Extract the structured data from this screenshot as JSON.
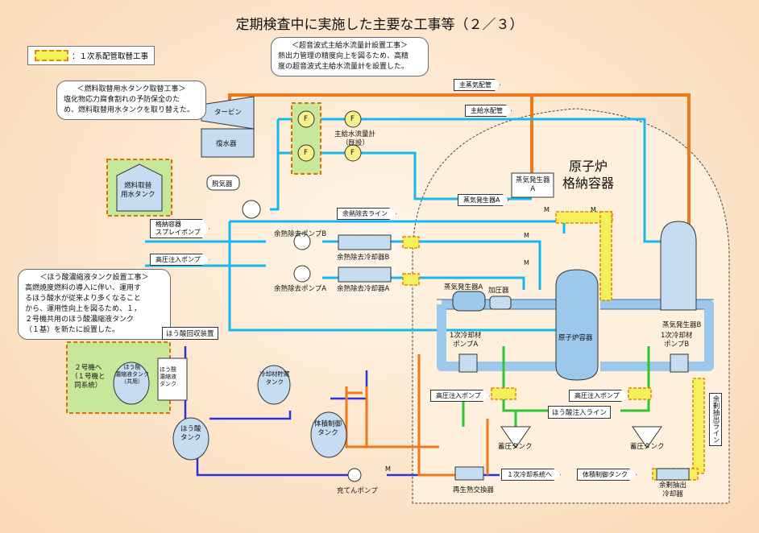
{
  "title": "定期検査中に実施した主要な工事等（２／３）",
  "legend": {
    "label": "：１次系配管取替工事"
  },
  "notes": {
    "ultrasonic": {
      "heading": "＜超音波式主給水流量計設置工事＞",
      "body": [
        "熱出力管理の精度向上を図るため、高精",
        "度の超音波式主給水流量計を設置した。"
      ]
    },
    "tank": {
      "heading": "＜燃料取替用水タンク取替工事＞",
      "body": [
        "塩化物応力腐食割れの予防保全のた",
        "め、燃料取替用水タンクを取り替えた。"
      ]
    },
    "boric": {
      "heading": "＜ほう酸濃縮液タンク設置工事＞",
      "body": [
        "高燃焼度燃料の導入に伴い、運用す",
        "るほう酸水が従来より多くなること",
        "から、運用性向上を図るため、１，",
        "２号機共用のほう酸濃縮液タンク",
        "（１基）を新たに設置した。"
      ]
    }
  },
  "containment": {
    "line1": "原子炉",
    "line2": "格納容器"
  },
  "components": {
    "turbine": "タービン",
    "condenser": "復水器",
    "deaerator": "脱気器",
    "flowmeter_new": "F",
    "flowmeter_old": "F",
    "flowmeter_label": "主給水流量計",
    "flowmeter_sub": "（既設）",
    "fuel_tank": [
      "燃料取替",
      "用水タンク"
    ],
    "sg_a_top": [
      "蒸気発生器",
      "A"
    ],
    "sg_a_label": "蒸気発生器A",
    "sg_a_box": "蒸気発生器A",
    "sg_b": "蒸気発生器B",
    "pressurizer": "加圧器",
    "reactor": "原子炉容器",
    "rcp_a": [
      "1次冷却材",
      "ポンプA"
    ],
    "rcp_b": [
      "1次冷却材",
      "ポンプB"
    ],
    "rhr_pump_b": "余熱除去ポンプB",
    "rhr_pump_a": "余熱除去ポンプA",
    "rhr_hx_b": "余熱除去冷却器B",
    "rhr_hx_a": "余熱除去冷却器A",
    "boric_evap": "ほう酸回収装置",
    "unit2": [
      "２号機へ",
      "（１号機と",
      "同系統）"
    ],
    "conc_tank_shared": [
      "ほう酸",
      "濃縮液タンク",
      "（共用）"
    ],
    "conc_tank": [
      "ほう酸",
      "濃縮液",
      "タンク"
    ],
    "boric_tank": [
      "ほう酸",
      "タンク"
    ],
    "coolant_storage": [
      "冷却材貯蔵",
      "タンク"
    ],
    "vct": [
      "体積制御",
      "タンク"
    ],
    "charging_pump": "充てんポンプ",
    "regen_hx": "再生熱交換器",
    "letdown_hx": [
      "余剰抽出",
      "冷却器"
    ],
    "acc_a": "蓄圧タンク",
    "acc_b": "蓄圧タンク",
    "hp_pump_1": "高圧注入ポンプ",
    "hp_pump_2": "高圧注入ポンプ",
    "boron_line": "ほう酸注入ライン",
    "letdown_line": "余剰抽出ライン",
    "motor": "M"
  },
  "lines": {
    "main_steam": "主蒸気配管",
    "main_feed": "主給水配管",
    "rhr_line": "余熱除去ライン",
    "spray": [
      "格納容器",
      "スプレイポンプ"
    ],
    "hp_inject": "高圧注入ポンプ",
    "to_primary": "１次冷却系統へ",
    "to_vct": "体積制御タンク"
  },
  "colors": {
    "steam": "#f07818",
    "feed": "#16b7f0",
    "rcs": "#9cc8ec",
    "dark_blue": "#2a34d6",
    "green": "#2fc52f",
    "orange_line": "#f07818",
    "yellow_hl": "#f3ef5d"
  }
}
